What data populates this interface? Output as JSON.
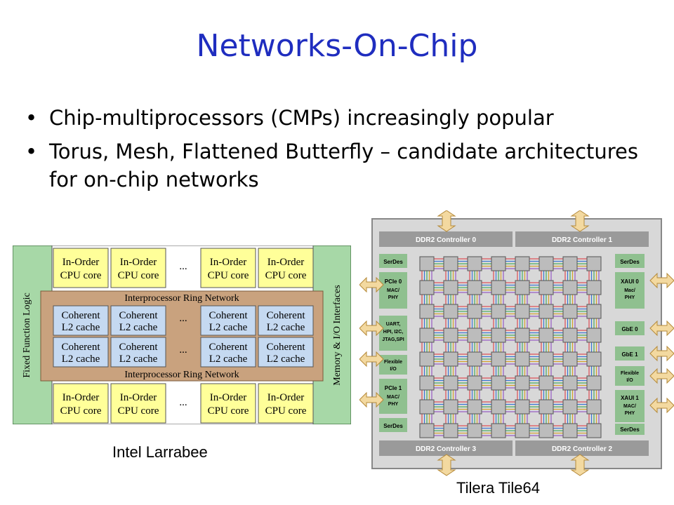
{
  "slide": {
    "title": "Networks-On-Chip",
    "bullets": [
      "Chip-multiprocessors (CMPs) increasingly popular",
      "Torus, Mesh, Flattened Butterfly – candidate architectures for on-chip networks"
    ],
    "bullet_glyph": "•"
  },
  "larrabee": {
    "caption": "Intel Larrabee",
    "left_side": "Fixed Function Logic",
    "right_side": "Memory & I/O Interfaces",
    "ring": "Interprocessor Ring Network",
    "core_l1": "In-Order",
    "core_l2": "CPU core",
    "cache_l1": "Coherent",
    "cache_l2": "L2 cache",
    "ellipsis": "...",
    "colors": {
      "core": "#ffff99",
      "cache": "#c5d9f1",
      "ring": "#c9a27e",
      "side": "#a7d8a7"
    }
  },
  "tilera": {
    "caption": "Tilera Tile64",
    "ddr_top_left": "DDR2 Controller 0",
    "ddr_top_right": "DDR2 Controller 1",
    "ddr_bottom_left": "DDR2 Controller 3",
    "ddr_bottom_right": "DDR2 Controller 2",
    "left_blocks": [
      "SerDes",
      "PCIe 0",
      "MAC/",
      "PHY",
      "UART,",
      "HPI, I2C,",
      "JTAG,SPI",
      "Flexible",
      "I/O",
      "PCIe 1",
      "MAC/",
      "PHY",
      "SerDes"
    ],
    "right_blocks": [
      "SerDes",
      "XAUI 0",
      "Mac/",
      "PHY",
      "GbE 0",
      "GbE 1",
      "Flexible",
      "I/O",
      "XAUI 1",
      "MAC/",
      "PHY",
      "SerDes"
    ],
    "colors": {
      "bg": "#d8d8d8",
      "block": "#8fc08f",
      "ddr": "#9a9a9a",
      "tile": "#bcbcbc",
      "arrow": "#f3d9a0"
    }
  }
}
